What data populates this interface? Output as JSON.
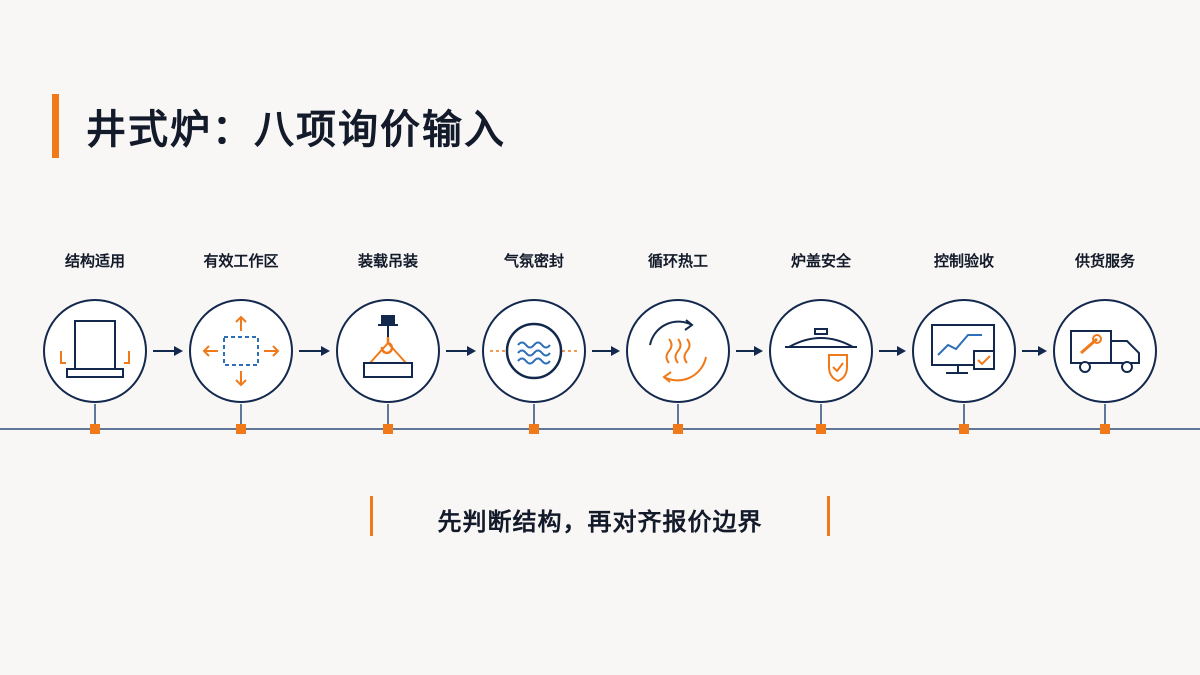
{
  "title": "井式炉：八项询价输入",
  "steps": [
    {
      "label": "结构适用",
      "icon": "furnace-structure-icon"
    },
    {
      "label": "有效工作区",
      "icon": "working-zone-icon"
    },
    {
      "label": "装载吊装",
      "icon": "crane-hook-icon"
    },
    {
      "label": "气氛密封",
      "icon": "atmosphere-seal-icon"
    },
    {
      "label": "循环热工",
      "icon": "heat-circulation-icon"
    },
    {
      "label": "炉盖安全",
      "icon": "lid-safety-icon"
    },
    {
      "label": "控制验收",
      "icon": "control-monitor-icon"
    },
    {
      "label": "供货服务",
      "icon": "delivery-service-icon"
    }
  ],
  "summary": "先判断结构，再对齐报价边界",
  "colors": {
    "accent": "#f07a1a",
    "navy": "#13284d",
    "background": "#f8f7f5",
    "line": "#2e4d7a"
  }
}
